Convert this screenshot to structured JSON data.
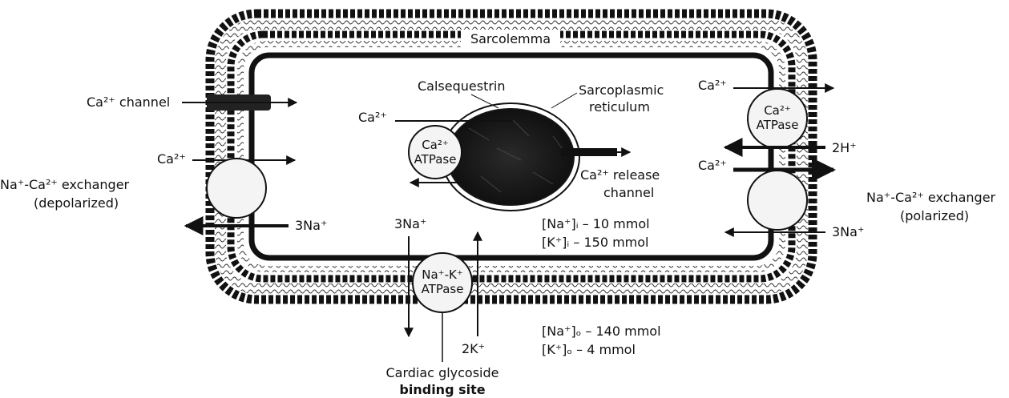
{
  "membrane": {
    "sarcolemma": "Sarcolemma"
  },
  "sr": {
    "calsequestrin": "Calsequestrin",
    "sr_line1": "Sarcoplasmic",
    "sr_line2": "reticulum",
    "ca_in": "Ca²⁺",
    "atpase_line1": "Ca²⁺",
    "atpase_line2": "ATPase",
    "release_line1": "Ca²⁺ release",
    "release_line2": "channel"
  },
  "left": {
    "ca_channel": "Ca²⁺ channel",
    "ca_exchanger": "Ca²⁺",
    "exchanger_line1": "Na⁺-Ca²⁺ exchanger",
    "exchanger_line2": "(depolarized)",
    "na_out": "3Na⁺"
  },
  "right": {
    "ca_atpase_ion": "Ca²⁺",
    "atpase_line1": "Ca²⁺",
    "atpase_line2": "ATPase",
    "h_ion": "2H⁺",
    "ca_exchanger": "Ca²⁺",
    "na_in": "3Na⁺",
    "exchanger_line1": "Na⁺-Ca²⁺ exchanger",
    "exchanger_line2": "(polarized)"
  },
  "bottom": {
    "na_ion": "3Na⁺",
    "k_ion": "2K⁺",
    "pump_line1": "Na⁺-K⁺",
    "pump_line2": "ATPase",
    "glycoside_line1": "Cardiac glycoside",
    "glycoside_line2": "binding site"
  },
  "concentrations": {
    "na_i": "[Na⁺]ᵢ – 10 mmol",
    "k_i": "[K⁺]ᵢ – 150 mmol",
    "na_o": "[Na⁺]ₒ – 140 mmol",
    "k_o": "[K⁺]ₒ – 4 mmol"
  },
  "colors": {
    "membrane_dark": "#1a1a1a",
    "membrane_light": "#bdbdbd",
    "stroke": "#111111",
    "circle_fill": "#f4f4f4"
  }
}
